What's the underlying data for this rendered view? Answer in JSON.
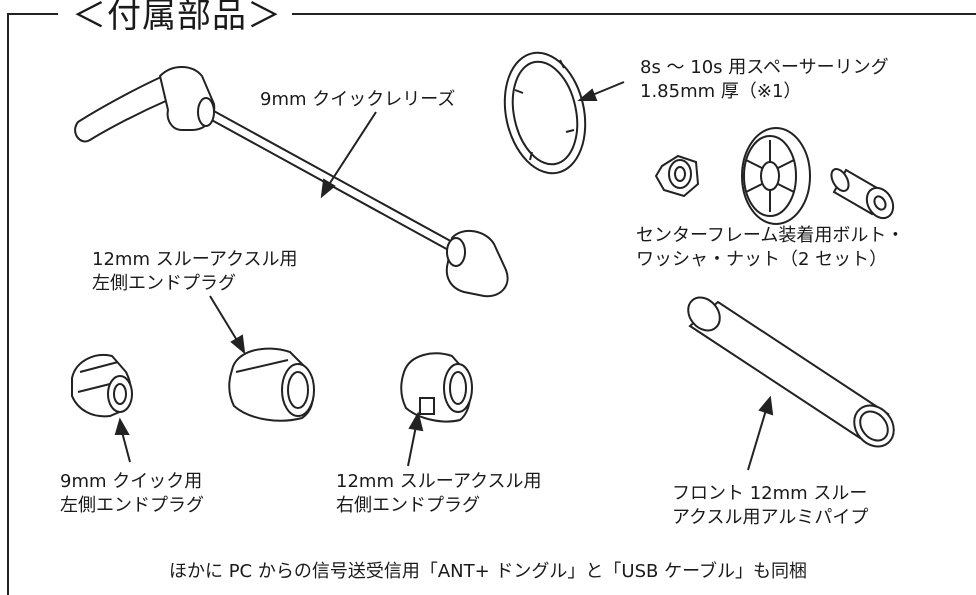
{
  "title": "＜付属部品＞",
  "labels": {
    "quick_release": "9mm クイックレリーズ",
    "spacer_ring": [
      "8s ～ 10s 用スペーサーリング",
      "1.85mm 厚（※1）"
    ],
    "center_frame": [
      "センターフレーム装着用ボルト・",
      "ワッシャ・ナット（2 セット）"
    ],
    "left_12mm_plug": [
      "12mm スルーアクスル用",
      "左側エンドプラグ"
    ],
    "left_9mm_plug": [
      "9mm クイック用",
      "左側エンドプラグ"
    ],
    "right_12mm_plug": [
      "12mm スルーアクスル用",
      "右側エンドプラグ"
    ],
    "alu_pipe": [
      "フロント 12mm スルー",
      "アクスル用アルミパイプ"
    ]
  },
  "footer": "ほかに PC からの信号送受信用「ANT+ ドングル」と「USB ケーブル」も同梱"
}
